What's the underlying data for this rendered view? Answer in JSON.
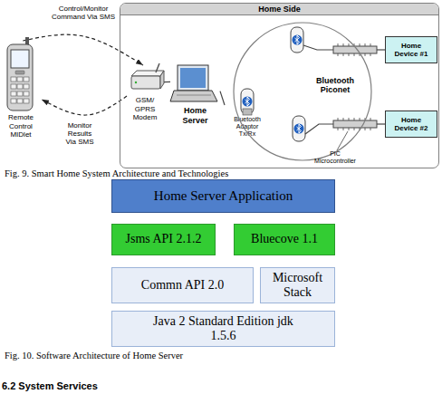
{
  "diagram": {
    "nodes": [
      {
        "text": [
          "Remote Control MIDlet"
        ]
      },
      {
        "text": [
          "Home Side"
        ]
      },
      {
        "text": [
          "GSM/ GPRS Modem"
        ],
        "in": 1
      },
      {
        "text": [
          "Home Server"
        ],
        "in": 1
      },
      {
        "text": [
          "Bluetooth Adaptor Tx/Rx"
        ],
        "in": 1
      },
      {
        "text": [
          "Bluetooth Piconet"
        ],
        "in": 1
      },
      {
        "text": [
          "Home Device #1"
        ],
        "in": 1
      },
      {
        "text": [
          "Home Device #2"
        ],
        "in": 1
      },
      {
        "text": [
          "Home Server Application"
        ]
      },
      {
        "text": [
          "Jsms API 2.1.2"
        ]
      },
      {
        "text": [
          "Bluecove 1.1"
        ]
      },
      {
        "text": [
          "Commn API 2.0"
        ]
      },
      {
        "text": [
          "Microsoft Stack"
        ]
      },
      {
        "text": [
          "Java 2 Standard Edition jdk 1.5.6"
        ]
      }
    ],
    "edges": [
      {
        "from": 0,
        "to": 2,
        "label": "Control/Monitor Command Via SMS",
        "arrow": "to"
      },
      {
        "from": 2,
        "to": 0,
        "label": "Monitor Results Via SMS",
        "arrow": "to"
      },
      {
        "from": 2,
        "to": 3,
        "arrow": "none"
      },
      {
        "from": 3,
        "to": 4,
        "arrow": "none"
      },
      {
        "from": 5,
        "to": 6,
        "arrow": "none"
      },
      {
        "from": 5,
        "to": 7,
        "arrow": "none"
      }
    ],
    "labels": [
      "PIC Microcontroller",
      "Fig. 9. Smart Home System Architecture and Technologies",
      "Fig. 10. Software Architecture of Home Server",
      "6.2 System Services"
    ]
  }
}
